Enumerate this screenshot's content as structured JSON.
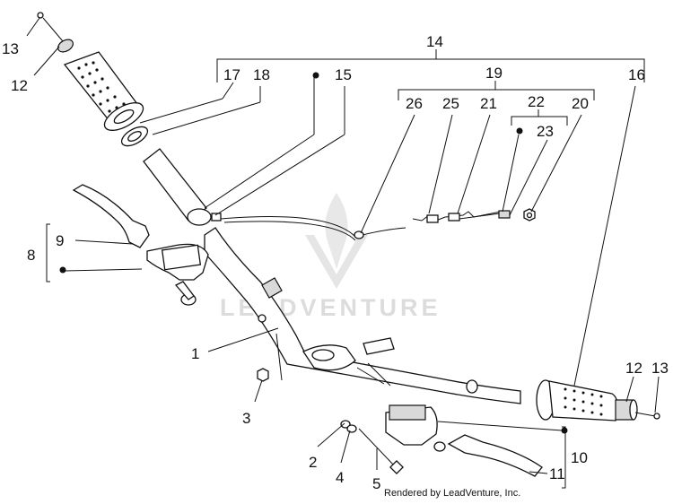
{
  "watermark": "LEADVENTURE",
  "credit": "Rendered by LeadVenture, Inc.",
  "callouts": {
    "c13a": "13",
    "c12a": "12",
    "c14": "14",
    "c17": "17",
    "c18": "18",
    "c15": "15",
    "c19": "19",
    "c16": "16",
    "c26": "26",
    "c25": "25",
    "c21": "21",
    "c22": "22",
    "c20": "20",
    "c23": "23",
    "c8": "8",
    "c9": "9",
    "c1": "1",
    "c3": "3",
    "c2": "2",
    "c4": "4",
    "c5": "5",
    "c12b": "12",
    "c13b": "13",
    "c10": "10",
    "c11": "11"
  }
}
